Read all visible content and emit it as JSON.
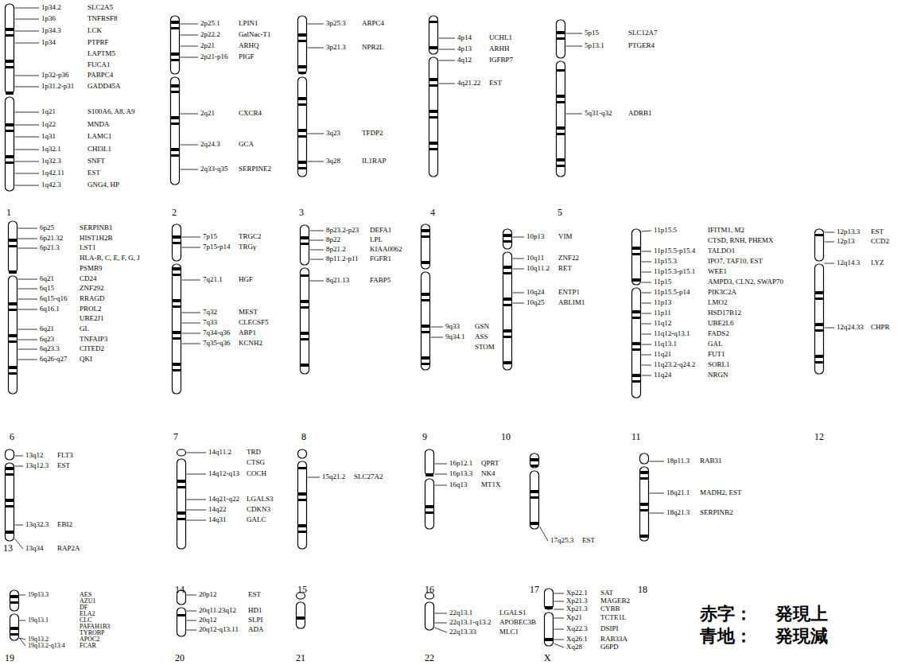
{
  "diagram": {
    "labels": [
      "1p34.2",
      "SLC2A5",
      "1p36",
      "TNFRSF8",
      "1p34.3",
      "LCK",
      "1p34",
      "PTPRF",
      "LAPTM5",
      "FUCA1",
      "1p32-p36",
      "PABPC4",
      "1p31.2-p31",
      "GADD45A",
      "1q21",
      "S100A6, A8, A9",
      "1q22",
      "MNDA",
      "1q31",
      "LAMC1",
      "1q32.1",
      "CHI3L1",
      "1q32.3",
      "SNFT",
      "1q42.11",
      "EST",
      "1q42.3",
      "GNG4, HP",
      "1",
      "2p25.1",
      "LPIN1",
      "2p22.2",
      "GalNac-T1",
      "2p21",
      "ARHQ",
      "2p21-p16",
      "PIGF",
      "2q21",
      "CXCR4",
      "2q24.3",
      "GCA",
      "2q33-q35",
      "SERPINE2",
      "2",
      "3p25.3",
      "ARPC4",
      "3p21.3",
      "NPR2L",
      "3q23",
      "TFDP2",
      "3q28",
      "IL1RAP",
      "3",
      "4p14",
      "UCHL1",
      "4p13",
      "ARHH",
      "4q12",
      "IGFBP7",
      "4q21.22",
      "EST",
      "4",
      "5p15",
      "SLC12A7",
      "5p13.1",
      "PTGER4",
      "5q31-q32",
      "ADRB1",
      "5",
      "6p25",
      "SERPINB1",
      "6p21.32",
      "HIST1H2B",
      "6p21.3",
      "LST1",
      "HLA-B, C, E, F, G, J",
      "PSMB9",
      "6q21",
      "CD24",
      "6q15",
      "ZNF292",
      "6q15-q16",
      "RRAGD",
      "6q16.1",
      "PROL2",
      "UBE2J1",
      "6q21",
      "GL",
      "6q23",
      "TNFAIP3",
      "6q23.3",
      "CITED2",
      "6q26-q27",
      "QKI",
      "6",
      "7p15",
      "TRGC2",
      "7p15-p14",
      "TRGγ",
      "7q21.1",
      "HGF",
      "7q32",
      "MEST",
      "7q33",
      "CLECSF5",
      "7q34-q36",
      "ABP1",
      "7q35-q36",
      "KCNH2",
      "7",
      "8p23.2-p23",
      "DEFA1",
      "8p22",
      "LPL",
      "8p21.2",
      "KIAA0062",
      "8p11.2-p11",
      "FGFR1",
      "8q21.13",
      "FABP5",
      "8",
      "9q33",
      "GSN",
      "9q34.1",
      "ASS",
      "STOM",
      "9",
      "10p13",
      "VIM",
      "10q11",
      "ZNF22",
      "10q11.2",
      "RET",
      "10q24",
      "ENTP1",
      "10q25",
      "ABLIM1",
      "10",
      "11p15.5",
      "IFITM1, M2",
      "CTSD, RNH, PHEMX",
      "11p15.5-p15.4",
      "TALDO1",
      "11p15.3",
      "IPO7, TAF10, EST",
      "11p15.3-p15.1",
      "WEE1",
      "11p15",
      "AMPD3, CLN2, SWAP70",
      "11p15.5-p14",
      "PIK3C2A",
      "11p13",
      "LMO2",
      "11p11",
      "HSD17B12",
      "11q12",
      "UBE2L6",
      "11q12-q13.1",
      "FADS2",
      "11q13.1",
      "GAL",
      "11q21",
      "FUT1",
      "11q23.2-q24.2",
      "SORL1",
      "11q24",
      "NRGN",
      "11",
      "12p13.3",
      "EST",
      "12p13",
      "CCD2",
      "12q14.3",
      "LYZ",
      "12q24.33",
      "CHPR",
      "12",
      "13q12",
      "FLT3",
      "13q12.3",
      "EST",
      "13q32.3",
      "EBI2",
      "13q34",
      "RAP2A",
      "13",
      "14q11.2",
      "TRD",
      "CTSG",
      "14q12-q13",
      "COCH",
      "14q21-q22",
      "LGALS3",
      "14q22",
      "CDKN3",
      "14q31",
      "GALC",
      "14",
      "15q21.2",
      "SLC27A2",
      "15",
      "16p12.1",
      "QPRT",
      "16p13.3",
      "NK4",
      "16q13",
      "MT1X",
      "16",
      "17q25.3",
      "EST",
      "17",
      "18p11.3",
      "RAB31",
      "18q21.1",
      "MADH2, EST",
      "18q21.3",
      "SERPINB2",
      "18",
      "19p13.3",
      "AES",
      "AZU1",
      "DF",
      "ELA2",
      "19q13.1",
      "CLC",
      "PAFAH1B3",
      "TYROBP",
      "19q13.2",
      "APOC2",
      "19q13.2-q13.4",
      "FCAR",
      "19",
      "20p12",
      "EST",
      "20q11.23q12",
      "HD1",
      "20q12",
      "SLPI",
      "20q12-q13.11",
      "ADA",
      "20",
      "21",
      "22q13.1",
      "LGALS1",
      "22q13.1-q13.2",
      "APOBEC3B",
      "22q13.33",
      "MLC1",
      "22",
      "Xp22.1",
      "SAT",
      "Xp21.3",
      "MAGEB2",
      "Xp21.3",
      "CYBB",
      "Xp21",
      "TCTE1L",
      "Xq22.3",
      "DSIPI",
      "Xq26.1",
      "RAB33A",
      "Xq28",
      "G6PD",
      "X",
      "赤字：",
      "発現上",
      "青地：",
      "発現減"
    ]
  }
}
